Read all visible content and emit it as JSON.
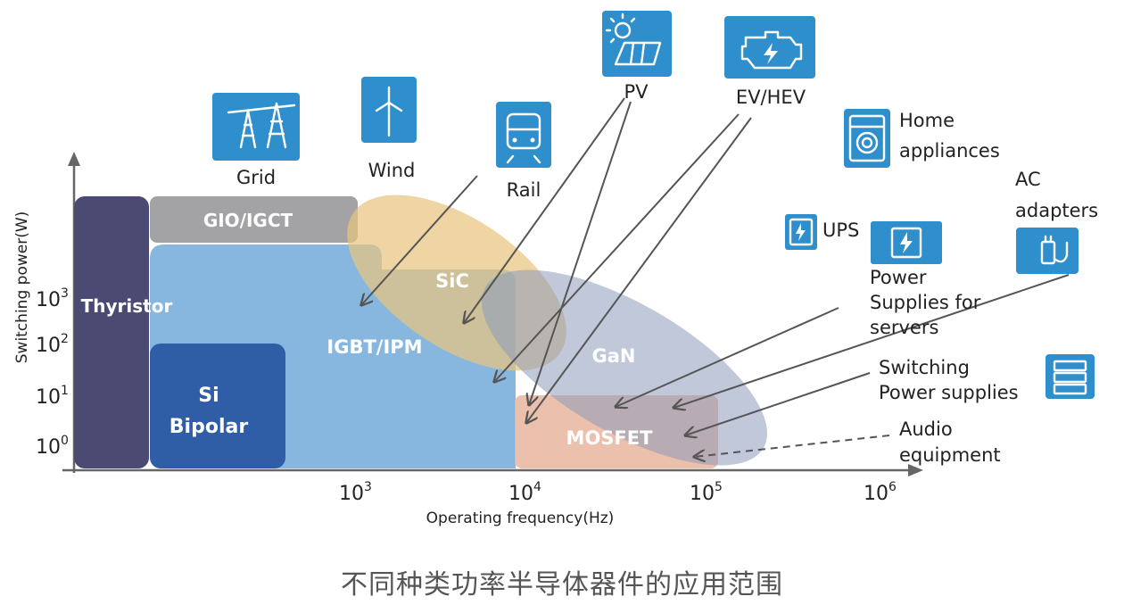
{
  "axes": {
    "y_label": "Switching power(W)",
    "x_label": "Operating frequency(Hz)",
    "y_ticks": [
      {
        "base": "10",
        "exp": "3"
      },
      {
        "base": "10",
        "exp": "2"
      },
      {
        "base": "10",
        "exp": "1"
      },
      {
        "base": "10",
        "exp": "0"
      }
    ],
    "x_ticks": [
      {
        "base": "10",
        "exp": "3"
      },
      {
        "base": "10",
        "exp": "4"
      },
      {
        "base": "10",
        "exp": "5"
      },
      {
        "base": "10",
        "exp": "6"
      }
    ]
  },
  "regions": {
    "thyristor": "Thyristor",
    "gio_igct": "GIO/IGCT",
    "igbt_ipm": "IGBT/IPM",
    "si_bipolar_line1": "Si",
    "si_bipolar_line2": "Bipolar",
    "sic": "SiC",
    "gan": "GaN",
    "mosfet": "MOSFET"
  },
  "applications": {
    "grid": "Grid",
    "wind": "Wind",
    "rail": "Rail",
    "pv": "PV",
    "ev_hev": "EV/HEV",
    "home_line1": "Home",
    "home_line2": "appliances",
    "ac_line1": "AC",
    "ac_line2": "adapters",
    "ups": "UPS",
    "servers_line1": "Power",
    "servers_line2": "Supplies for",
    "servers_line3": "servers",
    "switching_line1": "Switching",
    "switching_line2": "Power supplies",
    "audio_line1": "Audio",
    "audio_line2": "equipment"
  },
  "icons": {
    "grid": "power-tower-icon",
    "wind": "wind-turbine-icon",
    "rail": "train-icon",
    "pv": "solar-panel-icon",
    "ev_hev": "engine-icon",
    "home": "washing-machine-icon",
    "ups": "ups-icon",
    "servers": "power-supply-icon",
    "ac": "ac-adapter-icon",
    "switching": "server-rack-icon"
  },
  "colors": {
    "thyristor": "#4b4a72",
    "gio_igct": "#a3a3a6",
    "igbt_ipm": "#87b7de",
    "si_bipolar": "#2f5ea6",
    "sic": "#e8c57f",
    "gan": "#9aa7c3",
    "mosfet": "#e9b9a3",
    "icon": "#2f8fcd"
  },
  "caption": "不同种类功率半导体器件的应用范围"
}
